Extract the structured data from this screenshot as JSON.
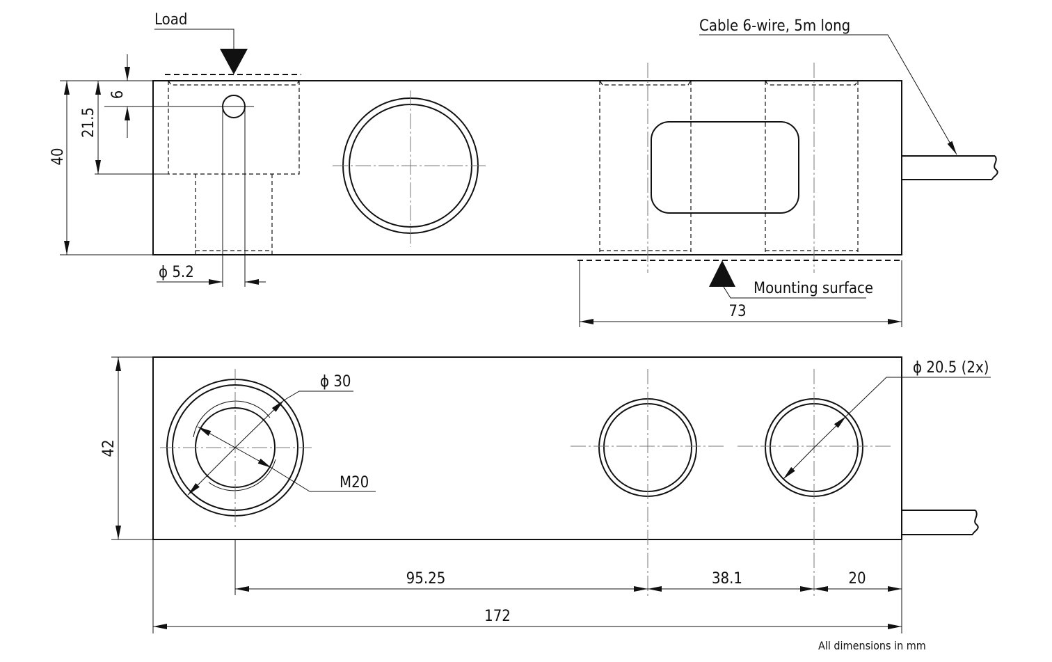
{
  "labels": {
    "load": "Load",
    "cable": "Cable 6-wire, 5m long",
    "dim_6": "6",
    "dim_21_5": "21.5",
    "dim_40": "40",
    "dim_phi_5_2": "ϕ 5.2",
    "mounting_surface": "Mounting surface",
    "dim_73": "73",
    "dim_42": "42",
    "dim_phi_30": "ϕ 30",
    "thread_m20": "M20",
    "dim_phi_20_5": "ϕ 20.5 (2x)",
    "dim_95_25": "95.25",
    "dim_38_1": "38.1",
    "dim_20": "20",
    "dim_172": "172",
    "footnote": "All dimensions in mm"
  }
}
